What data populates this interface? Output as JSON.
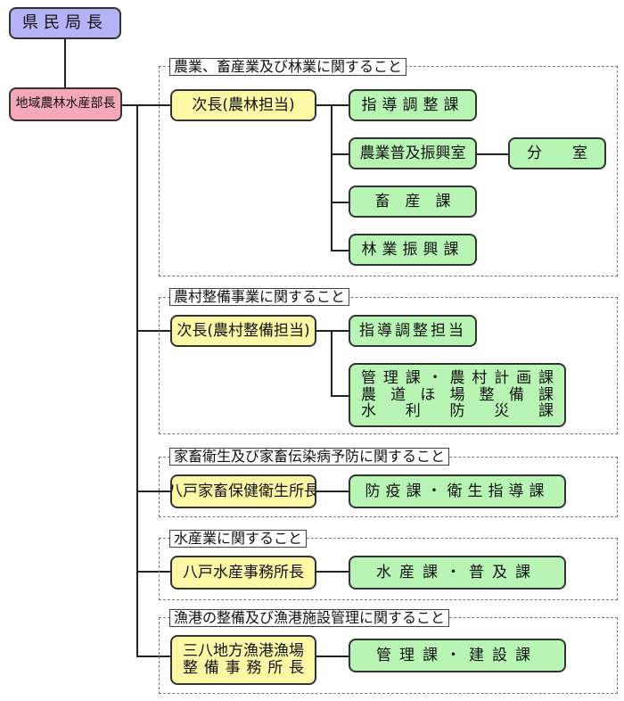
{
  "top": {
    "label": "県民局長"
  },
  "dept": {
    "label": "地域農林水産部長"
  },
  "groups": [
    {
      "label": "農業、畜産業及び林業に関すること"
    },
    {
      "label": "農村整備事業に関すること"
    },
    {
      "label": "家畜衛生及び家畜伝染病予防に関すること"
    },
    {
      "label": "水産業に関すること"
    },
    {
      "label": "漁港の整備及び漁港施設管理に関すること"
    }
  ],
  "heads": [
    {
      "label": "次長(農林担当)"
    },
    {
      "label": "次長(農村整備担当)"
    },
    {
      "label": "八戸家畜保健衛生所長"
    },
    {
      "label": "八戸水産事務所長"
    },
    {
      "lines": [
        "三八地方漁港漁場",
        "整備事務所長"
      ]
    }
  ],
  "sections": {
    "shido_chosei": "指導調整課",
    "nogyo_fukyu": "農業普及振興室",
    "bunshitsu": "分　　室",
    "chikusan": "畜　産　課",
    "ringyo": "林業振興課",
    "shido_chosei_tanto": "指導調整担当",
    "kanri_lines": [
      "管理課・農村計画課",
      "農道ほ場整備課",
      "水利防災課"
    ],
    "boeki": "防疫課・衛生指導課",
    "suisan": "水産課・普及課",
    "kanri_kensetsu": "管理課・建設課"
  }
}
